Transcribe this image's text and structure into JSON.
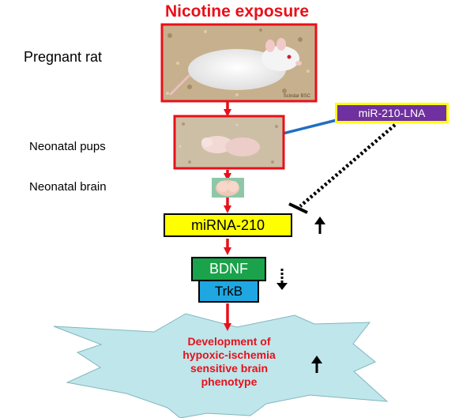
{
  "title": "Nicotine exposure",
  "stages": {
    "pregnant_rat": "Pregnant rat",
    "neonatal_pups": "Neonatal pups",
    "neonatal_brain": "Neonatal brain"
  },
  "inhibitor": {
    "label": "miR-210-LNA",
    "fill": "#7030a0",
    "border": "#ffff00"
  },
  "mirna": {
    "label": "miRNA-210",
    "fill": "#ffff00"
  },
  "bdnf": {
    "label": "BDNF",
    "fill": "#1aa34a"
  },
  "trkb": {
    "label": "TrkB",
    "fill": "#1ea7e1"
  },
  "outcome": {
    "line1": "Development of",
    "line2": "hypoxic-ischemia",
    "line3": "sensitive brain",
    "line4": "phenotype"
  },
  "photo_watermark": "Scindar BSC",
  "colors": {
    "arrow_red": "#e8101a",
    "arrow_blue": "#1f6fc0",
    "burst": "#bfe6ea"
  }
}
